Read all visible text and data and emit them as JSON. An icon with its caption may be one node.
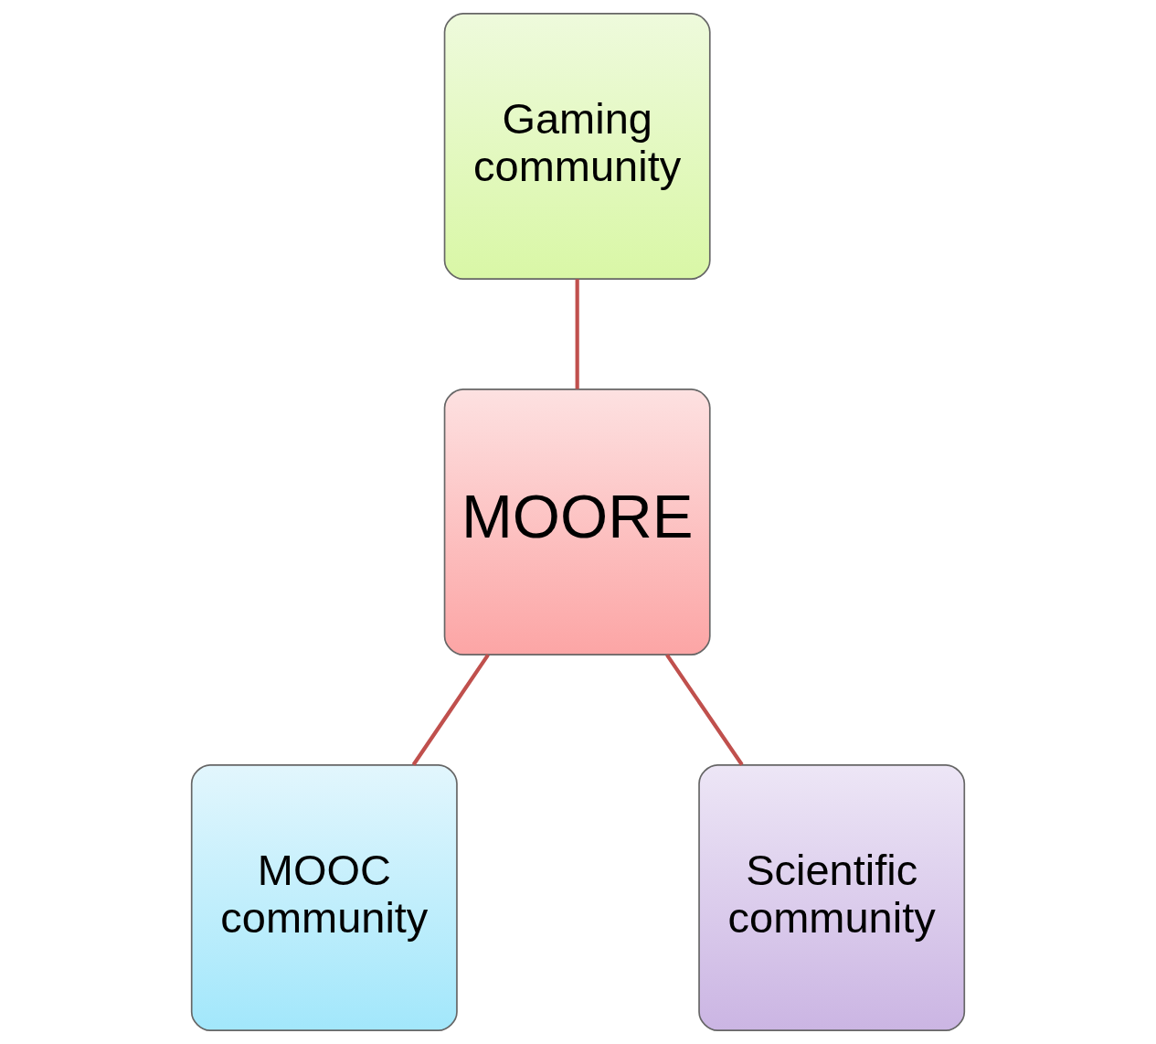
{
  "diagram": {
    "nodes": [
      {
        "text": [
          "Gaming community"
        ]
      },
      {
        "text": [
          "MOORE"
        ]
      },
      {
        "text": [
          "MOOC community"
        ]
      },
      {
        "text": [
          "Scientific community"
        ]
      }
    ],
    "edges": [
      {
        "from": 0,
        "to": 1,
        "arrow": "none"
      },
      {
        "from": 1,
        "to": 2,
        "arrow": "none"
      },
      {
        "from": 1,
        "to": 3,
        "arrow": "none"
      }
    ]
  }
}
